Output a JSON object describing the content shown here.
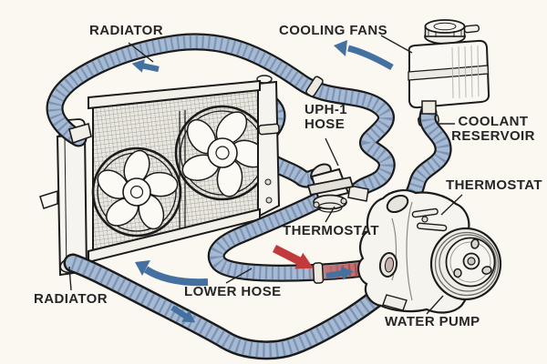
{
  "figure": {
    "type": "diagram",
    "subject": "Automotive engine cooling system cutaway illustration"
  },
  "labels": {
    "radiator_top": "RADIATOR",
    "cooling_fans": "COOLING FANS",
    "upper_hose_line1": "UPH-1",
    "upper_hose_line2": "HOSE",
    "coolant_reservoir_line1": "COOLANT",
    "coolant_reservoir_line2": "RESERVOIR",
    "thermostat_right": "THERMOSTAT",
    "thermostat_mid": "THERMOSTAT",
    "radiator_bottom": "RADIATOR",
    "lower_hose": "LOWER HOSE",
    "water_pump": "WATER PUMP"
  },
  "components": [
    "radiator with twin cooling fans",
    "upper hose",
    "thermostat housing",
    "coolant reservoir",
    "water pump with pulley",
    "lower hose (blue to red hot section)"
  ],
  "arrows": [
    {
      "name": "flow-toward-radiator-top",
      "color": "blue",
      "direction": "up-left"
    },
    {
      "name": "flow-near-reservoir",
      "color": "blue",
      "direction": "up-left"
    },
    {
      "name": "hot-flow-to-pump",
      "color": "red",
      "direction": "down-right"
    },
    {
      "name": "flow-on-hot-hose",
      "color": "blue",
      "direction": "right"
    },
    {
      "name": "flow-under-radiator",
      "color": "blue",
      "direction": "up-left"
    },
    {
      "name": "flow-on-lower-hose",
      "color": "blue",
      "direction": "down-right"
    }
  ],
  "colors": {
    "background": "#fbf8f1",
    "hose_blue": "#a6bad3",
    "hose_rib": "#7e94b5",
    "hot_red": "#c4706f",
    "arrow_blue": "#44719f",
    "arrow_red": "#c23b3c",
    "line_art": "#1b1b1b",
    "label_text": "#262626"
  }
}
